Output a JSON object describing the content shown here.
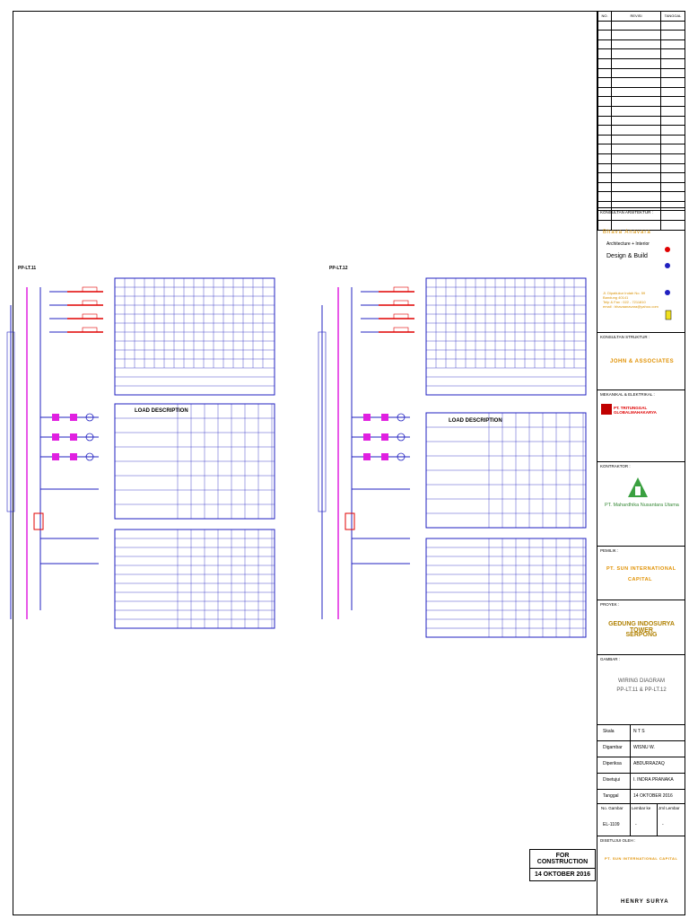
{
  "revisions": {
    "col_no": "NO.",
    "col_revisi": "REVISI",
    "col_tanggal": "TANGGAL",
    "row_count": 22
  },
  "konsultan_arsitektur": {
    "label": "KONSULTAN ARSITEKTUR :",
    "firm_name": "Bhava Anavara",
    "firm_sub": "Architecture + Interior",
    "firm_tag": "Design & Build",
    "address": [
      "Jl. Dipatiukur Indah No. 59",
      "Bandung 40141",
      "Telp & Fax : 022 - 7211810",
      "email : bhavaanavara@yahoo.com"
    ]
  },
  "konsultan_struktur": {
    "label": "KONSULTAN STRUKTUR :",
    "firm": "JOHN & ASSOCIATES"
  },
  "mekanikal": {
    "label": "MEKANIKAL & ELEKTRIKAL :",
    "firm": "PT. TRITUNGGAL GLOBALMAHAKARYA"
  },
  "kontraktor": {
    "label": "KONTRAKTOR :",
    "firm": "PT. Mahardhika Nusantara Utama"
  },
  "pemilik": {
    "label": "PEMILIK :",
    "line1": "PT. SUN INTERNATIONAL",
    "line2": "CAPITAL"
  },
  "proyek": {
    "label": "PROYEK :",
    "line1": "GEDUNG INDOSURYA TOWER",
    "line2": "SERPONG"
  },
  "gambar": {
    "label": "GAMBAR :",
    "line1": "WIRING DIAGRAM",
    "line2": "PP-LT.11 & PP-LT.12"
  },
  "info": [
    {
      "k": "Skala",
      "v": "N T S"
    },
    {
      "k": "Digambar",
      "v": "WISNU W."
    },
    {
      "k": "Diperiksa",
      "v": "ABDURRAZAQ"
    },
    {
      "k": "Disetujui",
      "v": "I. INDRA PRANAKA"
    },
    {
      "k": "Tanggal",
      "v": "14 OKTOBER 2016"
    }
  ],
  "no_gambar": {
    "label": "No. Gambar",
    "value": "EL-1109",
    "lembar_label": "Lembar ke",
    "jml_label": "Jml Lembar",
    "lembar_value": "-",
    "jml_value": "-"
  },
  "disetujui_oleh": {
    "label": "DISETUJUI OLEH :",
    "firm": "PT. SUN INTERNATIONAL CAPITAL",
    "person": "HENRY SURYA"
  },
  "stamp": {
    "line1": "FOR CONSTRUCTION",
    "line2": "14 OKTOBER 2016"
  },
  "diagrams": [
    {
      "panel": "PP-LT.11",
      "table_header": "LOAD DESCRIPTION"
    },
    {
      "panel": "PP-LT.12",
      "table_header": "LOAD DESCRIPTION"
    }
  ],
  "colors": {
    "blue": "#2020c0",
    "red": "#e00000",
    "magenta": "#e020e0",
    "gold": "#d99100"
  }
}
